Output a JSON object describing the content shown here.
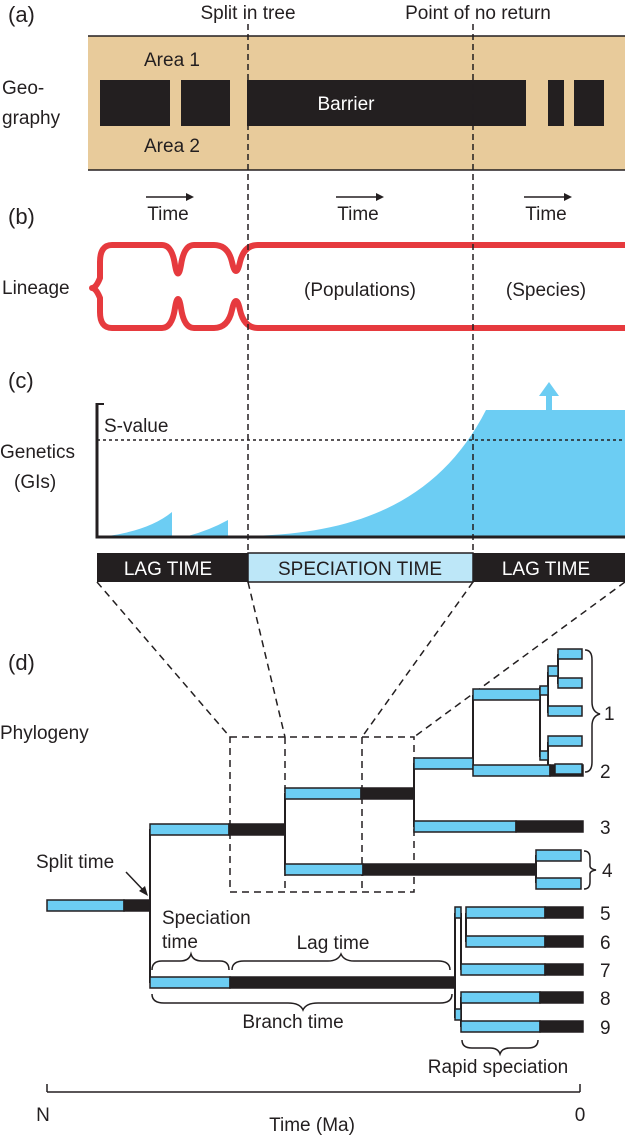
{
  "panels": {
    "a": "(a)",
    "b": "(b)",
    "c": "(c)",
    "d": "(d)"
  },
  "top_labels": {
    "split": "Split in tree",
    "no_return": "Point of no return"
  },
  "geography": {
    "row_label_1": "Geo-",
    "row_label_2": "graphy",
    "area1": "Area 1",
    "area2": "Area 2",
    "barrier": "Barrier",
    "colors": {
      "land": "#e8cb9b",
      "barrier": "#231f20"
    }
  },
  "time_label": "Time",
  "lineage": {
    "row_label": "Lineage",
    "populations": "(Populations)",
    "species": "(Species)",
    "color": "#e63a3e"
  },
  "genetics": {
    "row_label_1": "Genetics",
    "row_label_2": "(GIs)",
    "s_value": "S-value",
    "color": "#6ccdf3"
  },
  "timebar": {
    "lag1": "LAG TIME",
    "speciation": "SPECIATION TIME",
    "lag2": "LAG TIME",
    "speciation_color": "#bde7f8"
  },
  "phylogeny": {
    "row_label": "Phylogeny",
    "split_time": "Split time",
    "speciation_1": "Speciation",
    "speciation_2": "time",
    "lag_time": "Lag time",
    "branch_time": "Branch time",
    "rapid": "Rapid speciation",
    "tips": [
      "1",
      "2",
      "3",
      "4",
      "5",
      "6",
      "7",
      "8",
      "9"
    ]
  },
  "axis": {
    "label": "Time (Ma)",
    "left": "N",
    "right": "0"
  }
}
